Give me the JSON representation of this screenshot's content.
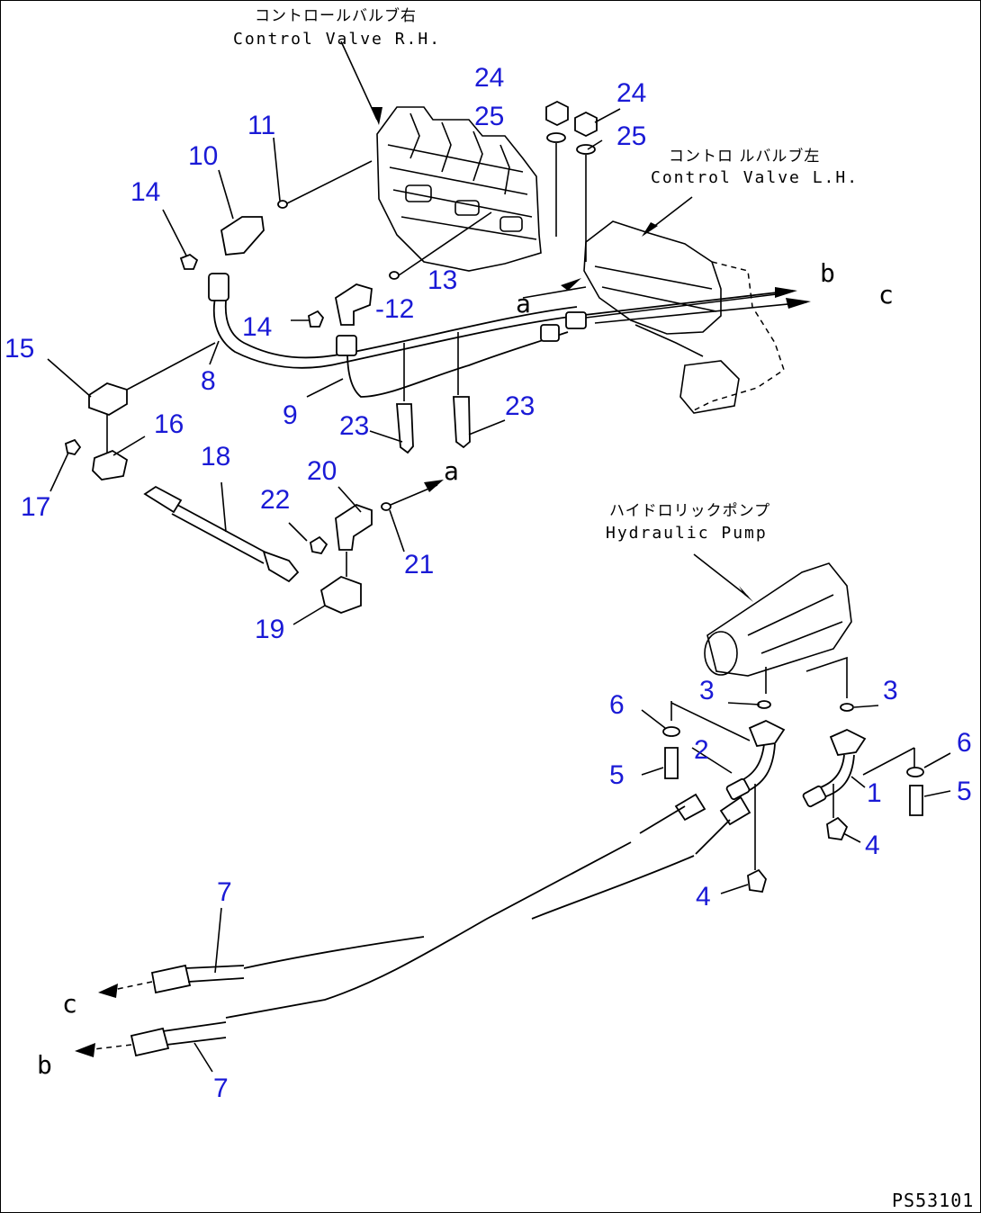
{
  "callouts": [
    {
      "id": "c1",
      "text": "1"
    },
    {
      "id": "c2",
      "text": "2"
    },
    {
      "id": "c3a",
      "text": "3"
    },
    {
      "id": "c3b",
      "text": "3"
    },
    {
      "id": "c4a",
      "text": "4"
    },
    {
      "id": "c4b",
      "text": "4"
    },
    {
      "id": "c5a",
      "text": "5"
    },
    {
      "id": "c5b",
      "text": "5"
    },
    {
      "id": "c6a",
      "text": "6"
    },
    {
      "id": "c6b",
      "text": "6"
    },
    {
      "id": "c7a",
      "text": "7"
    },
    {
      "id": "c7b",
      "text": "7"
    },
    {
      "id": "c8",
      "text": "8"
    },
    {
      "id": "c9",
      "text": "9"
    },
    {
      "id": "c10",
      "text": "10"
    },
    {
      "id": "c11",
      "text": "11"
    },
    {
      "id": "c12",
      "text": "-12"
    },
    {
      "id": "c13",
      "text": "13"
    },
    {
      "id": "c14a",
      "text": "14"
    },
    {
      "id": "c14b",
      "text": "14"
    },
    {
      "id": "c15",
      "text": "15"
    },
    {
      "id": "c16",
      "text": "16"
    },
    {
      "id": "c17",
      "text": "17"
    },
    {
      "id": "c18",
      "text": "18"
    },
    {
      "id": "c19",
      "text": "19"
    },
    {
      "id": "c20",
      "text": "20"
    },
    {
      "id": "c21",
      "text": "21"
    },
    {
      "id": "c22",
      "text": "22"
    },
    {
      "id": "c23a",
      "text": "23"
    },
    {
      "id": "c23b",
      "text": "23"
    },
    {
      "id": "c24a",
      "text": "24"
    },
    {
      "id": "c24b",
      "text": "24"
    },
    {
      "id": "c25a",
      "text": "25"
    },
    {
      "id": "c25b",
      "text": "25"
    }
  ],
  "component_labels": {
    "control_valve_rh_jp": "コントロールバルブ右",
    "control_valve_rh_en": "Control Valve R.H.",
    "control_valve_lh_jp": "コントロ ルバルブ左",
    "control_valve_lh_en": "Control Valve L.H.",
    "hydraulic_pump_jp": "ハイドロリックポンプ",
    "hydraulic_pump_en": "Hydraulic Pump"
  },
  "connection_marks": {
    "a_top": "a",
    "a_mid": "a",
    "b_top": "b",
    "c_top": "c",
    "c_bottom": "c",
    "b_bottom": "b"
  },
  "drawing_number": "PS53101"
}
